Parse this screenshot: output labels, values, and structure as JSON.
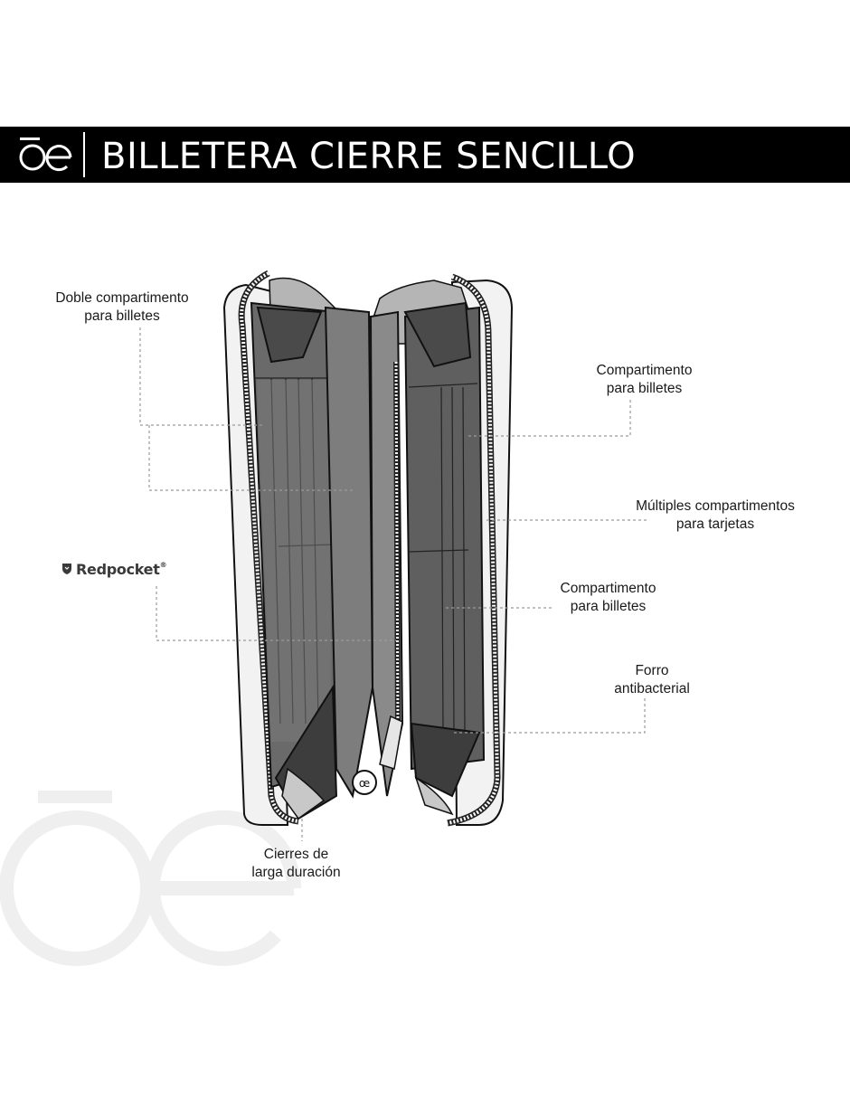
{
  "header": {
    "logo_icon": "oe-logo-icon",
    "title": "BILLETERA CIERRE SENCILLO"
  },
  "brand": {
    "icon": "shield-icon",
    "name": "Redpocket",
    "mark": "®"
  },
  "callouts": {
    "doble_l1": "Doble compartimento",
    "doble_l2": "para billetes",
    "comp1_l1": "Compartimento",
    "comp1_l2": "para billetes",
    "multi_l1": "Múltiples compartimentos",
    "multi_l2": "para tarjetas",
    "comp2_l1": "Compartimento",
    "comp2_l2": "para billetes",
    "forro_l1": "Forro",
    "forro_l2": "antibacterial",
    "cierres_l1": "Cierres de",
    "cierres_l2": "larga duración"
  },
  "colors": {
    "header_bg": "#000000",
    "outer_shell": "#f2f2f2",
    "lining_dark": "#595959",
    "lining_mid": "#7a7a7a",
    "lining_light": "#b5b5b5",
    "leader_line": "#9a9a9a",
    "watermark": "#efefef"
  }
}
